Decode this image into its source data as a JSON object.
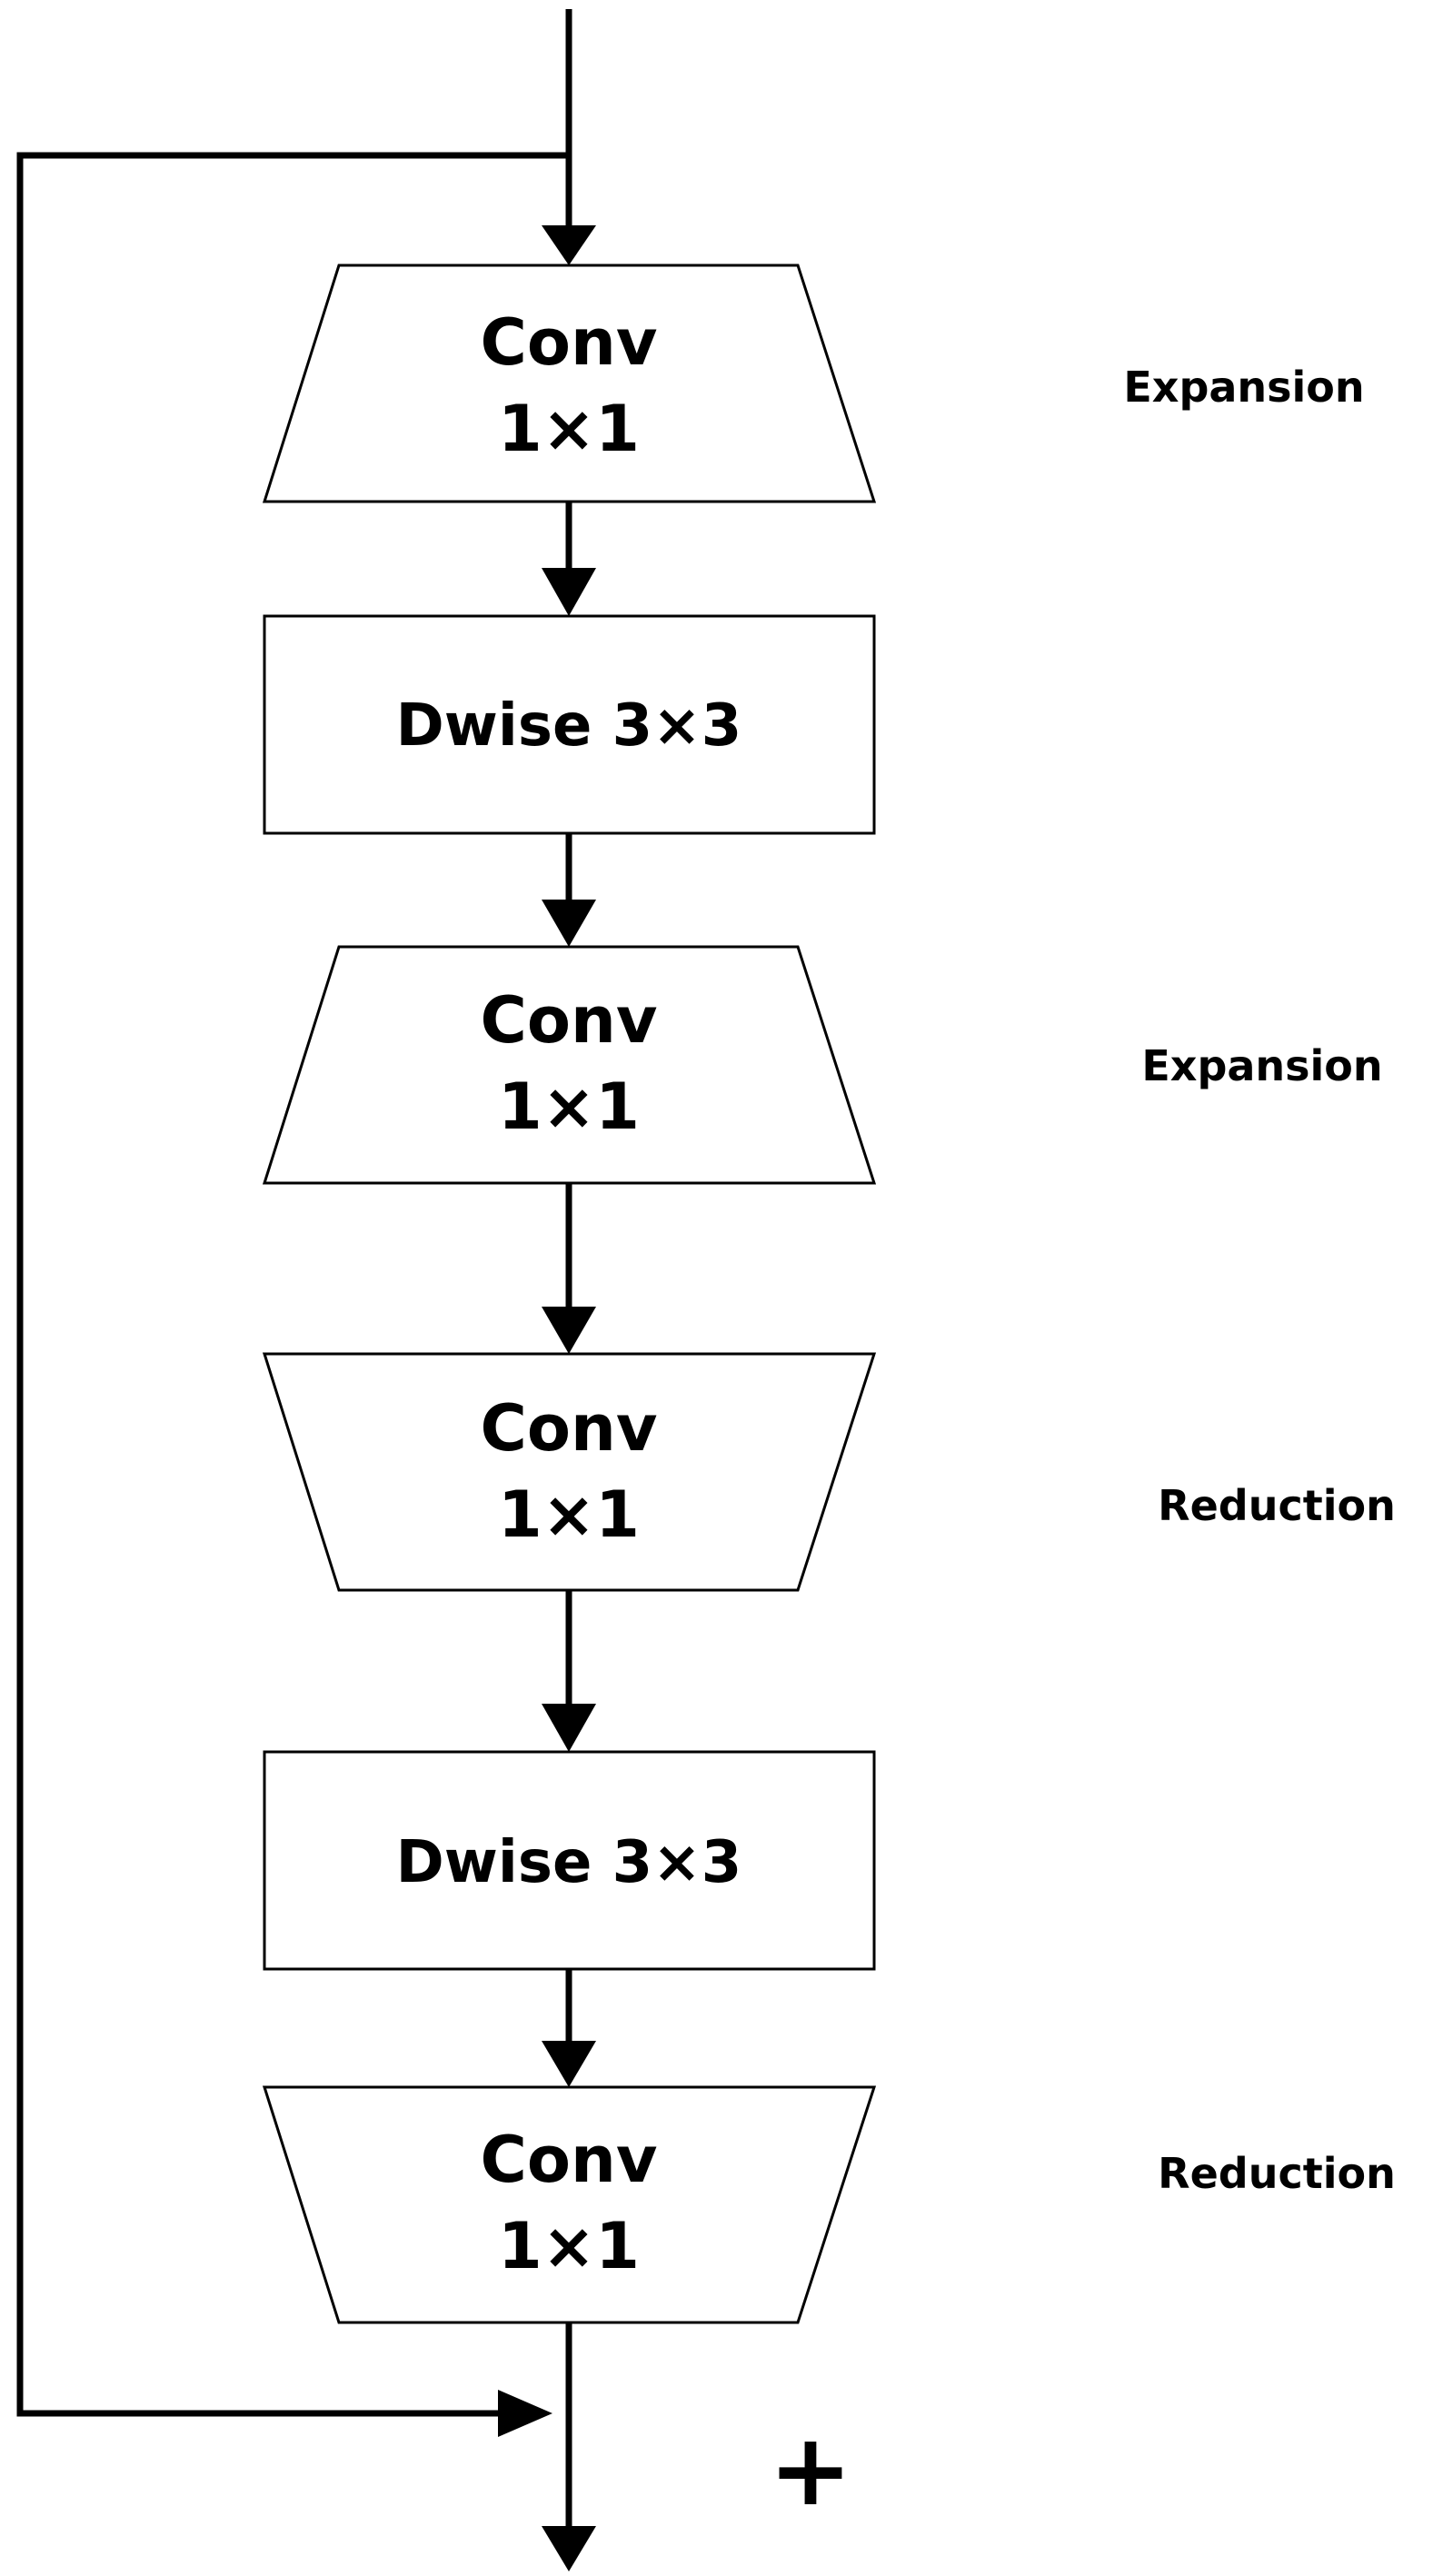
{
  "blocks": [
    {
      "shape": "expand-trapezoid",
      "line1": "Conv",
      "line2": "1×1",
      "side_label": "Expansion"
    },
    {
      "shape": "rectangle",
      "line1": "Dwise 3×3",
      "line2": "",
      "side_label": ""
    },
    {
      "shape": "expand-trapezoid",
      "line1": "Conv",
      "line2": "1×1",
      "side_label": "Expansion"
    },
    {
      "shape": "reduce-trapezoid",
      "line1": "Conv",
      "line2": "1×1",
      "side_label": "Reduction"
    },
    {
      "shape": "rectangle",
      "line1": "Dwise 3×3",
      "line2": "",
      "side_label": ""
    },
    {
      "shape": "reduce-trapezoid",
      "line1": "Conv",
      "line2": "1×1",
      "side_label": "Reduction"
    }
  ],
  "sum_symbol": "+",
  "colors": {
    "stroke": "#000000",
    "fill": "#ffffff"
  }
}
